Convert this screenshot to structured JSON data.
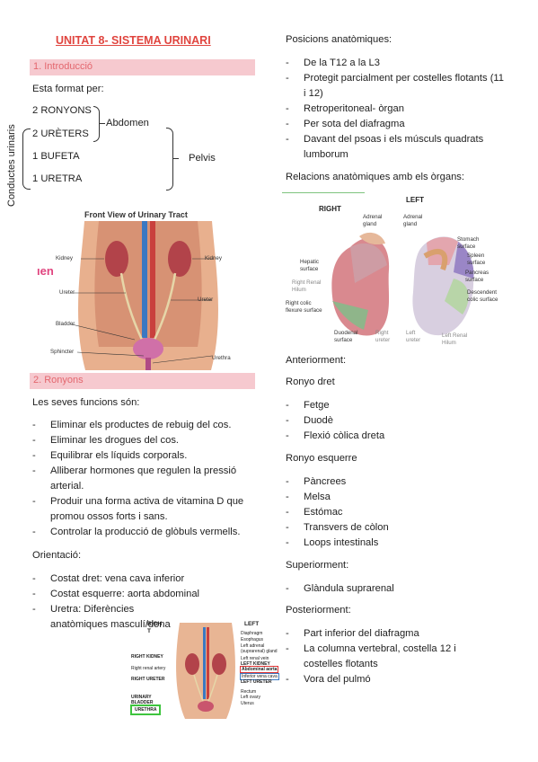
{
  "side_label": "Conductes urinaris",
  "title": "UNITAT 8- SISTEMA URINARI",
  "intro": {
    "heading": "1. Introducció",
    "lead": "Esta format per:",
    "items": [
      "2 RONYONS",
      "2 URÈTERS",
      "1 BUFETA",
      "1 URETRA"
    ],
    "group_abdomen": "Abdomen",
    "group_pelvis": "Pelvis"
  },
  "figure1": {
    "caption": "Front View of Urinary Tract",
    "label_kidney_l": "Kidney",
    "label_kidney_r": "Kidney",
    "label_ureter_l": "Ureter",
    "label_ureter_r": "Ureter",
    "label_bladder": "Bladder",
    "label_sphincter": "Sphincter",
    "label_urethra": "Urethra",
    "overlay_fragment": "ıen"
  },
  "kidneys": {
    "heading": "2. Ronyons",
    "functions_lead": "Les seves funcions són:",
    "functions": [
      "Eliminar els productes de rebuig del cos.",
      "Eliminar les drogues del cos.",
      "Equilibrar els líquids corporals.",
      "Alliberar hormones que regulen la pressió arterial.",
      "Produir una forma activa de vitamina D que promou ossos forts i sans.",
      "Controlar la producció de glòbuls vermells."
    ],
    "orientation_lead": "Orientació:",
    "orientation": [
      "Costat dret: vena cava inferior",
      "Costat esquerre: aorta abdominal",
      "Uretra: Diferències anatòmiques masculí/dona"
    ]
  },
  "figure3": {
    "right": "RIGH T",
    "left": "LEFT",
    "labels_left": [
      "RIGHT KIDNEY",
      "Right renal artery",
      "RIGHT URETER",
      "URINARY BLADDER",
      "URETHRA"
    ],
    "labels_right": [
      "Diaphragm",
      "Esophagus",
      "Left adrenal (suprarenal) gland",
      "Left renal vein",
      "LEFT KIDNEY",
      "Abdominal aorta",
      "Inferior vena cava",
      "LEFT URETER",
      "Rectum",
      "Left ovary",
      "Uterus"
    ]
  },
  "positions": {
    "heading": "Posicions anatòmiques:",
    "items": [
      "De la T12 a la L3",
      "Protegit parcialment per costelles flotants (11 i 12)",
      "Retroperitoneal- òrgan",
      "Per sota del diafragma",
      "Davant del psoas i els músculs quadrats lumborum"
    ]
  },
  "relations": {
    "heading": "Relacions anatòmiques amb els òrgans:"
  },
  "figure2": {
    "right": "RIGHT",
    "left": "LEFT",
    "adrenal_r": "Adrenal gland",
    "adrenal_l": "Adrenal gland",
    "hepatic": "Hepatic surface",
    "hilum_r": "Right Renal Hilum",
    "colic_r": "Right colic flexure surface",
    "duodenal": "Duodenal surface",
    "ureter_r": "Right ureter",
    "ureter_l": "Left ureter",
    "hilum_l": "Left Renal Hilum",
    "stomach": "Stomach surface",
    "spleen": "Spleen surface",
    "pancreas": "Pancreas surface",
    "colic_l": "Descendent colic surface"
  },
  "anterior": {
    "heading": "Anteriorment:",
    "right_kidney": "Ronyo dret",
    "right_items": [
      "Fetge",
      "Duodè",
      "Flexió còlica dreta"
    ],
    "left_kidney": "Ronyo esquerre",
    "left_items": [
      "Pàncrees",
      "Melsa",
      "Estómac",
      "Transvers de còlon",
      "Loops intestinals"
    ]
  },
  "superior": {
    "heading": "Superiorment:",
    "items": [
      "Glàndula suprarenal"
    ]
  },
  "posterior": {
    "heading": "Posteriorment:",
    "items": [
      "Part inferior del diafragma",
      "La columna vertebral, costella 12 i costelles flotants",
      "Vora del pulmó"
    ]
  },
  "colors": {
    "title": "#e0453f",
    "section_bg": "#f6c9cf",
    "section_text": "#e3676e",
    "kidney": "#c46e6e",
    "skin": "#e8b08e"
  }
}
